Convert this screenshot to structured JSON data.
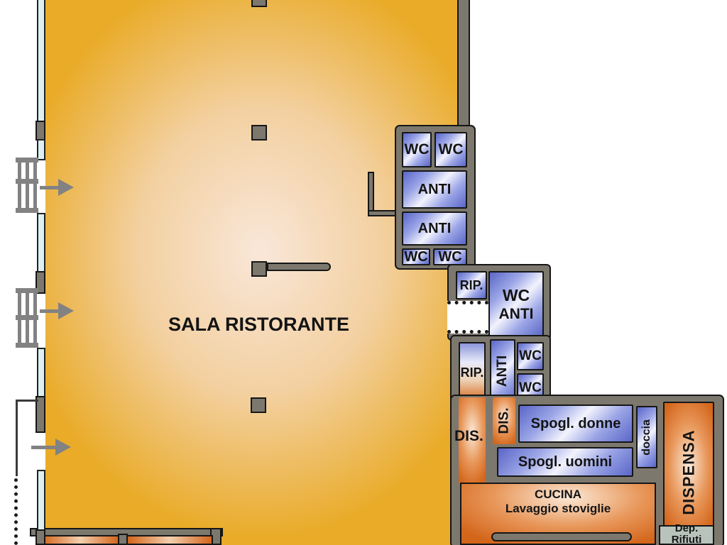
{
  "plan": {
    "title": "SALA RISTORANTE",
    "labels": {
      "sala": "SALA RISTORANTE",
      "wc": "WC",
      "anti": "ANTI",
      "rip": "RIP.",
      "dis": "DIS.",
      "spogl_donne": "Spogl. donne",
      "spogl_uomini": "Spogl. uomini",
      "doccia": "doccia",
      "dispensa": "DISPENSA",
      "cucina": "CUCINA",
      "lavaggio": "Lavaggio stoviglie",
      "dep1": "Dep.",
      "dep2": "Rifiuti"
    }
  },
  "colors": {
    "wall": "#7d786e",
    "outline": "#161616",
    "sala_edge": "#e9ab28",
    "sala_mid": "#f3d0a0",
    "sala_light": "#f9e7d9",
    "blue_dark": "#5a66c8",
    "blue_light": "#f2f3fd",
    "orange_dark": "#d4661c",
    "orange_light": "#fbe9d8",
    "window": "#dcf0f2",
    "waste": "#b7c3bb",
    "arrow": "#828282"
  }
}
